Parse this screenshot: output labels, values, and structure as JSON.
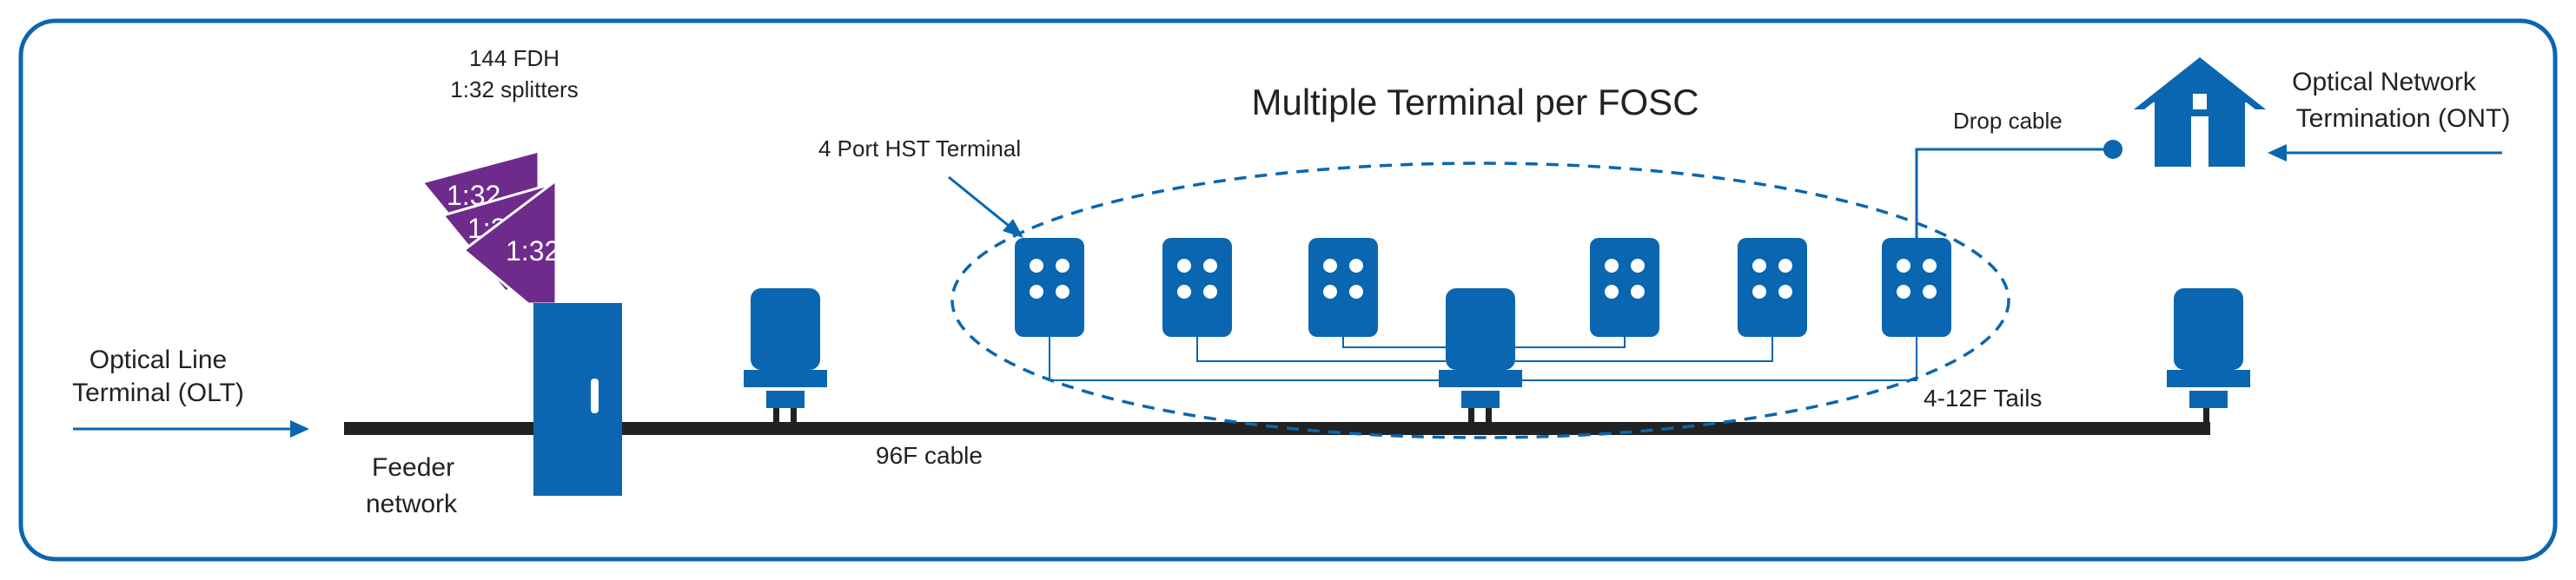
{
  "diagram": {
    "title": "Multiple Terminal per FOSC",
    "olt_label": [
      "Optical Line",
      "Terminal (OLT)"
    ],
    "fdh_label": [
      "144 FDH",
      "1:32 splitters"
    ],
    "splitter_text": "1:32",
    "feeder_label": [
      "Feeder",
      "network"
    ],
    "cable_label": "96F cable",
    "terminal_label": "4 Port HST Terminal",
    "drop_label": "Drop cable",
    "ont_label": [
      "Optical Network",
      "Termination (ONT)"
    ],
    "tails_label": "4-12F Tails"
  },
  "colors": {
    "blue": "#0a66b0",
    "purple": "#6e2b8c",
    "cable": "#222222",
    "border": "#0a66b0"
  }
}
